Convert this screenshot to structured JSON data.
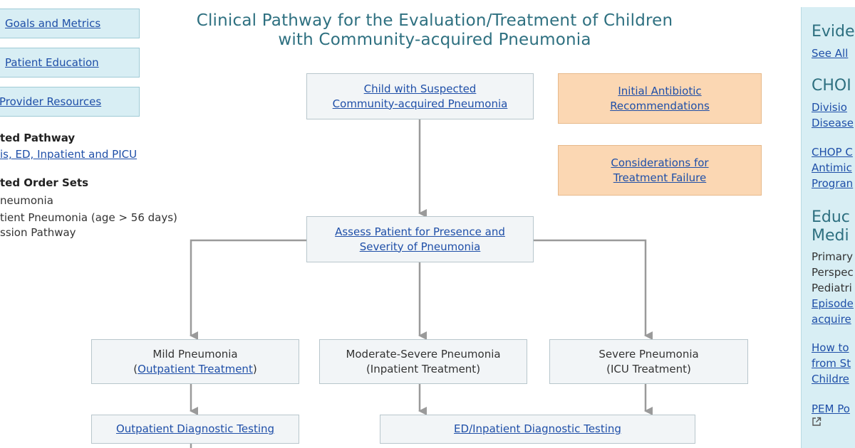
{
  "sidebar": {
    "nav": [
      "Goals and Metrics",
      "Patient Education",
      "Provider Resources"
    ],
    "related_pathway_heading": "ted Pathway",
    "related_pathway_link": "is, ED, Inpatient and PICU",
    "order_sets_heading": "ted Order Sets",
    "order_sets": [
      "neumonia",
      "tient Pneumonia (age > 56 days)",
      "ssion Pathway"
    ]
  },
  "title": {
    "line1": "Clinical Pathway for the Evaluation/Treatment of Children",
    "line2": "with Community-acquired Pneumonia"
  },
  "flow": {
    "start": [
      "Child with Suspected",
      "Community-acquired Pneumonia"
    ],
    "antibiotic": [
      "Initial Antibiotic",
      "Recommendations"
    ],
    "failure": [
      "Considerations for",
      "Treatment Failure"
    ],
    "assess": [
      "Assess Patient for Presence and",
      "Severity of Pneumonia"
    ],
    "mild_title": "Mild Pneumonia",
    "mild_open": "(",
    "mild_link": "Outpatient Treatment",
    "mild_close": ")",
    "moderate": [
      "Moderate-Severe Pneumonia",
      "(Inpatient Treatment)"
    ],
    "severe": [
      "Severe Pneumonia",
      "(ICU Treatment)"
    ],
    "outpatient_testing": "Outpatient Diagnostic Testing",
    "ed_testing": "ED/Inpatient Diagnostic Testing"
  },
  "right_panel": {
    "evidence_heading": "Evide",
    "see_all": "See All",
    "chop_heading": "CHOI",
    "division_links": [
      "Divisio",
      "Disease"
    ],
    "chop_links": [
      "CHOP C",
      "Antimic",
      "Progran"
    ],
    "edu_heading": [
      "Educ",
      "Medi"
    ],
    "primary_text": [
      "Primary",
      "Perspec",
      "Pediatri"
    ],
    "episode_links": [
      "Episode",
      "acquire"
    ],
    "howto_links": [
      "How to",
      "from St",
      "Childre"
    ],
    "pem_link": "PEM Po",
    "ext_icon": "external-link-icon"
  },
  "colors": {
    "title": "#2e7080",
    "link": "#1f4fa8",
    "nav_bg": "#d8eef4",
    "box_bg": "#f2f5f7",
    "orange_bg": "#fbd7b3",
    "arrow": "#9a9a9a"
  }
}
